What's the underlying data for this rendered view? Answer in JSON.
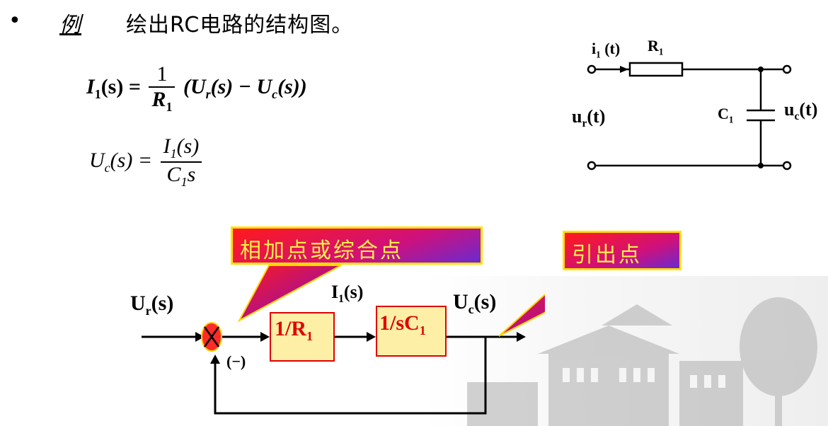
{
  "header": {
    "bullet": "•",
    "example_label": "例",
    "title": "绘出RC电路的结构图。"
  },
  "equations": {
    "eq1": {
      "lhs": "I",
      "lhs_sub": "1",
      "lhs_arg": "(s) =",
      "num": "1",
      "den": "R",
      "den_sub": "1",
      "rhs": "(U",
      "rhs_sub1": "r",
      "rhs_mid": "(s) − U",
      "rhs_sub2": "c",
      "rhs_end": "(s))"
    },
    "eq2": {
      "lhs": "U",
      "lhs_sub": "c",
      "lhs_arg": "(s) =",
      "num": "I",
      "num_sub": "1",
      "num_arg": "(s)",
      "den": "C",
      "den_sub": "1",
      "den_arg": "s"
    }
  },
  "circuit": {
    "current_label": "i",
    "current_sub": "1",
    "current_arg": " (t)",
    "resistor_label": "R",
    "resistor_sub": "1",
    "input_label": "u",
    "input_sub": "r",
    "input_arg": "(t)",
    "cap_label": "C",
    "cap_sub": "1",
    "output_label": "u",
    "output_sub": "c",
    "output_arg": "(t)"
  },
  "block_diagram": {
    "input_signal": "U",
    "input_sub": "r",
    "input_arg": "(s)",
    "sum_sign": "(−)",
    "block1": "1/R",
    "block1_sub": "1",
    "mid_signal": "I",
    "mid_sub": "1",
    "mid_arg": "(s)",
    "block2": "1/sC",
    "block2_sub": "1",
    "output_signal": "U",
    "output_sub": "c",
    "output_arg": "(s)",
    "colors": {
      "block_fill": "#fdf0a6",
      "block_border": "#e00000",
      "sum_fill": "#ff2a2a",
      "callout_text": "#fff04a"
    }
  },
  "callouts": {
    "sum_point": "相加点或综合点",
    "pickoff_point": "引出点"
  }
}
